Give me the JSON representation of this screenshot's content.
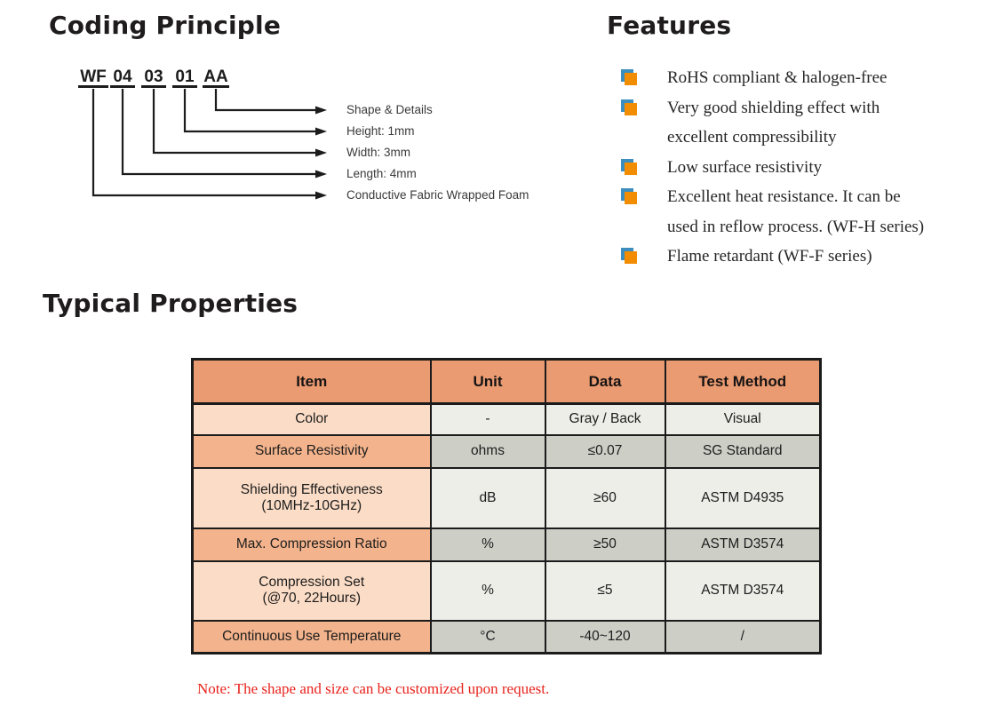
{
  "coding": {
    "title": "Coding Principle",
    "code_segments": [
      "WF",
      "04",
      "03",
      "01",
      "AA"
    ],
    "labels": [
      "Shape & Details",
      "Height: 1mm",
      "Width: 3mm",
      "Length: 4mm",
      "Conductive Fabric Wrapped Foam"
    ]
  },
  "features": {
    "title": "Features",
    "items": [
      "RoHS compliant & halogen-free",
      "Very good shielding effect with\nexcellent compressibility",
      "Low surface resistivity",
      "Excellent heat resistance. It can be\nused in reflow process. (WF-H series)",
      "Flame retardant (WF-F series)"
    ],
    "bullet_colors": {
      "front": "#F28C00",
      "back": "#3C8EBE"
    }
  },
  "properties": {
    "title": "Typical Properties",
    "table": {
      "headers": [
        "Item",
        "Unit",
        "Data",
        "Test Method"
      ],
      "rows": [
        [
          "Color",
          "-",
          "Gray / Back",
          "Visual"
        ],
        [
          "Surface Resistivity",
          "ohms",
          "≤0.07",
          "SG Standard"
        ],
        [
          "Shielding Effectiveness\n(10MHz-10GHz)",
          "dB",
          "≥60",
          "ASTM D4935"
        ],
        [
          "Max. Compression Ratio",
          "%",
          "≥50",
          "ASTM D3574"
        ],
        [
          "Compression Set\n(@70, 22Hours)",
          "%",
          "≤5",
          "ASTM D3574"
        ],
        [
          "Continuous Use Temperature",
          "°C",
          "-40~120",
          "/"
        ]
      ]
    },
    "note": "Note: The shape and size can be customized upon request.",
    "colors": {
      "header_bg": "#EA9B71",
      "item_light": "#FBDCC6",
      "item_dark": "#F3B38C",
      "cell_light": "#EDEEE8",
      "cell_dark": "#CDCFC7",
      "note_red": "#E8231C"
    }
  }
}
